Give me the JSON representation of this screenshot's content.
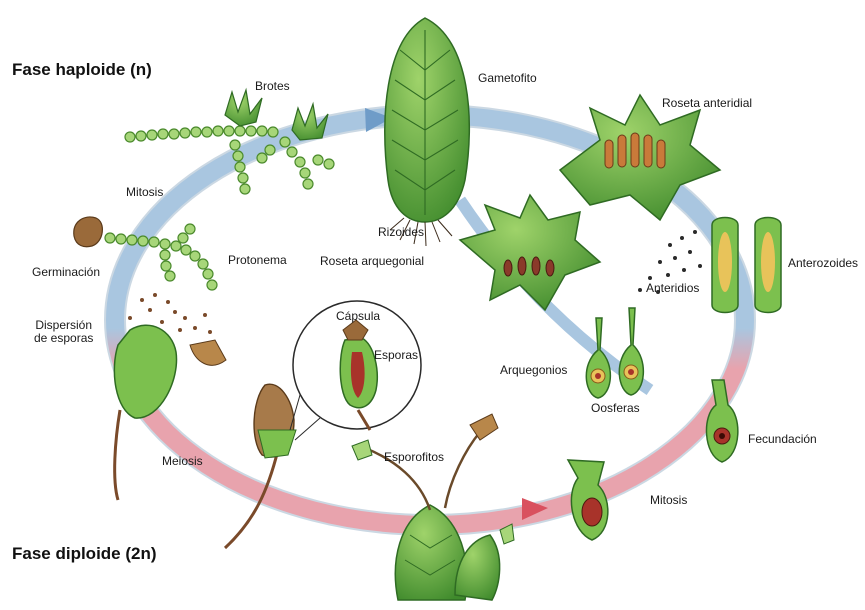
{
  "phases": {
    "haploid": "Fase haploide (n)",
    "diploid": "Fase diploide (2n)"
  },
  "labels": {
    "brotes": "Brotes",
    "gametofito": "Gametofito",
    "roseta_anteridial": "Roseta anteridial",
    "mitosis_top": "Mitosis",
    "rizoides": "Rizoides",
    "roseta_arquegonial": "Roseta arquegonial",
    "protonema": "Protonema",
    "germinacion": "Germinación",
    "anterozoides": "Anterozoides",
    "anteridios": "Anteridios",
    "dispersion": "Dispersión\nde esporas",
    "capsula": "Cápsula",
    "esporas": "Esporas",
    "arquegonios": "Arquegonios",
    "oosferas": "Oosferas",
    "fecundacion": "Fecundación",
    "meiosis": "Meiosis",
    "esporofitos": "Esporofitos",
    "mitosis_bottom": "Mitosis"
  },
  "colors": {
    "haploid_arrow": "#a9c6e0",
    "diploid_arrow": "#e8a3ad",
    "plant_green": "#6fb24a",
    "dark_green": "#2f6b23",
    "capsule_brown": "#8a5a2b",
    "egg_red": "#a8332a"
  }
}
